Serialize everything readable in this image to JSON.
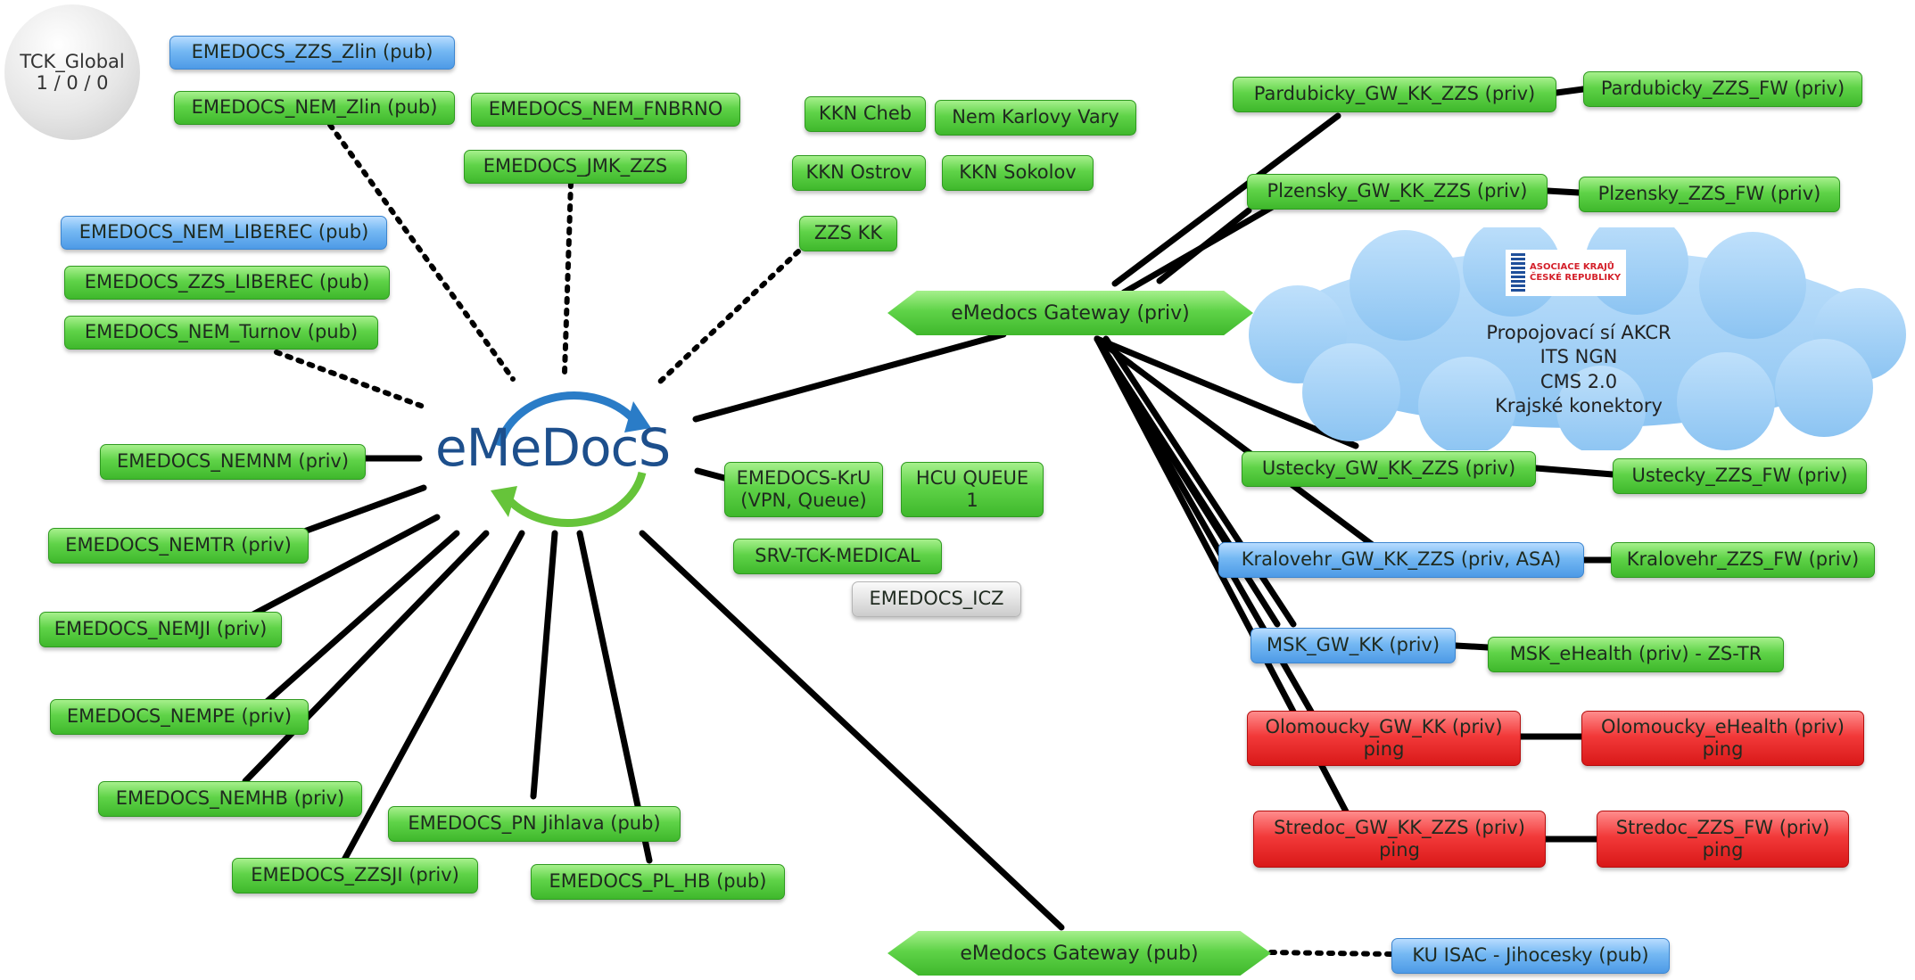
{
  "global": {
    "name": "TCK_Global",
    "counts": "1 / 0 / 0"
  },
  "hub": {
    "logo": "eMeDocS"
  },
  "cloud": {
    "badge_lines": [
      "ASOCIACE KRAJŮ",
      "ČESKÉ REPUBLIKY"
    ],
    "lines": [
      "Propojovací sí AKCR",
      "ITS NGN",
      "CMS 2.0",
      "Krajské konektory"
    ]
  },
  "gateways": {
    "priv": "eMedocs Gateway (priv)",
    "pub": "eMedocs Gateway (pub)"
  },
  "nodes": {
    "zzs_zlin": "EMEDOCS_ZZS_Zlin (pub)",
    "nem_zlin": "EMEDOCS_NEM_Zlin (pub)",
    "nem_fnbrno": "EMEDOCS_NEM_FNBRNO",
    "jmk_zzs": "EMEDOCS_JMK_ZZS",
    "nem_liberec": "EMEDOCS_NEM_LIBEREC (pub)",
    "zzs_liberec": "EMEDOCS_ZZS_LIBEREC (pub)",
    "nem_turnov": "EMEDOCS_NEM_Turnov (pub)",
    "kkn_cheb": "KKN Cheb",
    "nem_kv": "Nem Karlovy Vary",
    "kkn_ostrov": "KKN Ostrov",
    "kkn_sokolov": "KKN Sokolov",
    "zzs_kk": "ZZS KK",
    "nemnm": "EMEDOCS_NEMNM (priv)",
    "nemtr": "EMEDOCS_NEMTR (priv)",
    "nemji": "EMEDOCS_NEMJI (priv)",
    "nempe": "EMEDOCS_NEMPE (priv)",
    "nemhb": "EMEDOCS_NEMHB (priv)",
    "pn_jihlava": "EMEDOCS_PN Jihlava (pub)",
    "zzsji": "EMEDOCS_ZZSJI (priv)",
    "pl_hb": "EMEDOCS_PL_HB (pub)",
    "kru": [
      "EMEDOCS-KrU",
      "(VPN, Queue)"
    ],
    "hcu": [
      "HCU QUEUE",
      "1"
    ],
    "srv_medical": "SRV-TCK-MEDICAL",
    "icz": "EMEDOCS_ICZ",
    "pard_gw": "Pardubicky_GW_KK_ZZS (priv)",
    "pard_fw": "Pardubicky_ZZS_FW (priv)",
    "plz_gw": "Plzensky_GW_KK_ZZS (priv)",
    "plz_fw": "Plzensky_ZZS_FW (priv)",
    "ust_gw": "Ustecky_GW_KK_ZZS (priv)",
    "ust_fw": "Ustecky_ZZS_FW (priv)",
    "kral_gw": "Kralovehr_GW_KK_ZZS (priv, ASA)",
    "kral_fw": "Kralovehr_ZZS_FW (priv)",
    "msk_gw": "MSK_GW_KK (priv)",
    "msk_eh": "MSK_eHealth (priv) - ZS-TR",
    "olo_gw": [
      "Olomoucky_GW_KK (priv)",
      "ping"
    ],
    "olo_eh": [
      "Olomoucky_eHealth (priv)",
      "ping"
    ],
    "str_gw": [
      "Stredoc_GW_KK_ZZS (priv)",
      "ping"
    ],
    "str_fw": [
      "Stredoc_ZZS_FW (priv)",
      "ping"
    ],
    "ku_isac": "KU ISAC - Jihocesky (pub)"
  },
  "status_colors": {
    "up": "#4cc236",
    "info": "#5aa8ef",
    "down": "#ee2a2a",
    "unknown": "#d8d8d8"
  }
}
